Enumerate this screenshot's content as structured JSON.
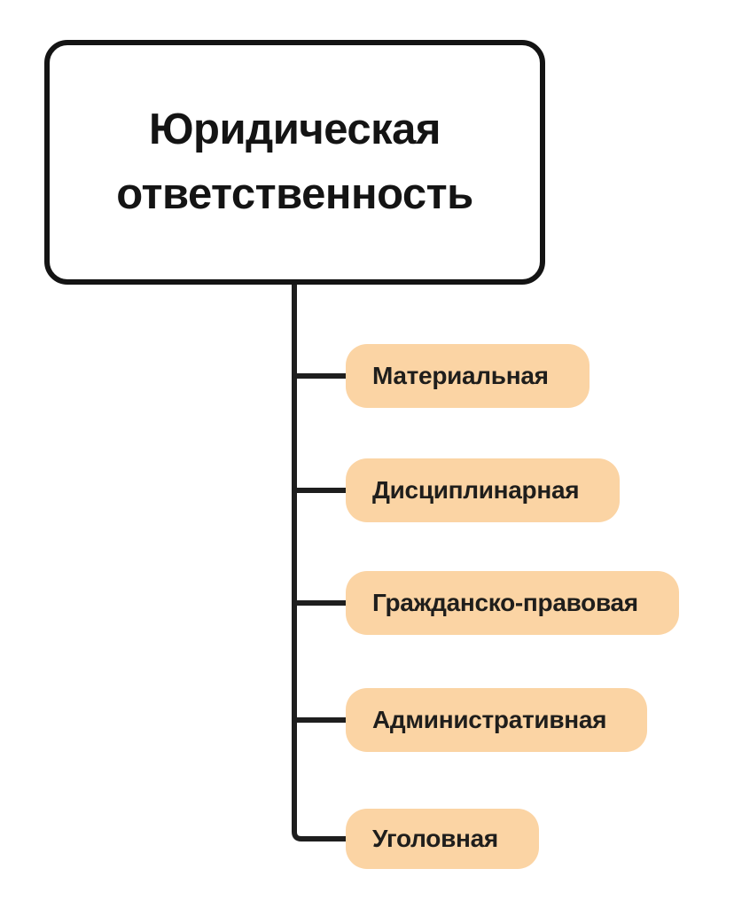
{
  "diagram": {
    "root": {
      "label": "Юридическая ответственность"
    },
    "nodes": [
      {
        "label": "Материальная"
      },
      {
        "label": "Дисциплинарная"
      },
      {
        "label": "Гражданско-правовая"
      },
      {
        "label": "Административная"
      },
      {
        "label": "Уголовная"
      }
    ],
    "colors": {
      "background": "#FFFFFF",
      "node_fill": "#FBD4A4",
      "line": "#1E1E1E",
      "root_border": "#141414",
      "text": "#1F1E1C"
    }
  }
}
